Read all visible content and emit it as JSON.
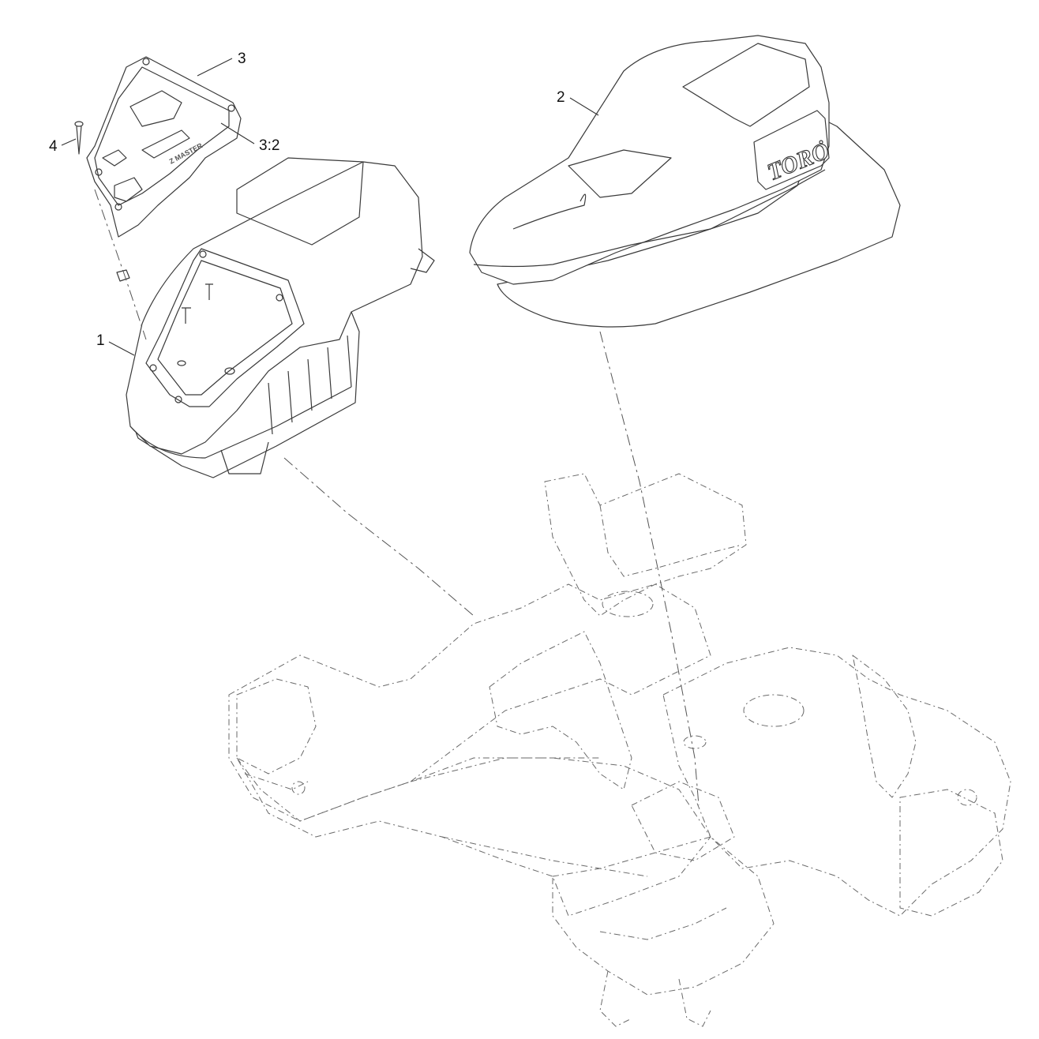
{
  "callouts": [
    {
      "id": "1",
      "label": "1"
    },
    {
      "id": "2",
      "label": "2"
    },
    {
      "id": "3",
      "label": "3"
    },
    {
      "id": "3-2",
      "label": "3:2"
    },
    {
      "id": "4",
      "label": "4"
    }
  ],
  "decals": {
    "hood_logo": "TORO",
    "panel_badge": "Z MASTER"
  },
  "colors": {
    "stroke": "#3a3a3a",
    "frame": "#6a6a6a",
    "background": "#ffffff"
  }
}
